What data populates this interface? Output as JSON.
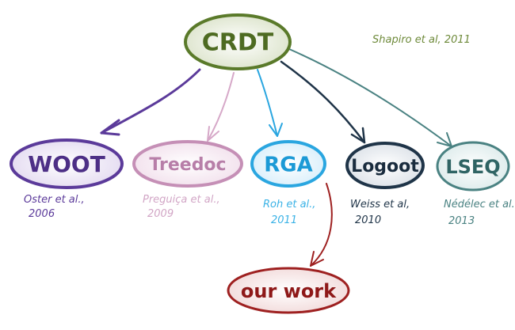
{
  "root": {
    "label": "CRDT",
    "citation": "Shapiro et al, 2011",
    "color": "#5a7a2a"
  },
  "nodes": [
    {
      "label": "WOOT",
      "citation_line1": "Oster et al.,",
      "citation_line2": "2006",
      "color": "#5b3a9a"
    },
    {
      "label": "Treedoc",
      "citation_line1": "Preguiça et al.,",
      "citation_line2": "2009",
      "color": "#c58fb6"
    },
    {
      "label": "RGA",
      "citation_line1": "Roh et al.,",
      "citation_line2": "2011",
      "color": "#2aa6e0"
    },
    {
      "label": "Logoot",
      "citation_line1": "Weiss et al,",
      "citation_line2": "2010",
      "color": "#1f3448"
    },
    {
      "label": "LSEQ",
      "citation_line1": "Nédélec et al.",
      "citation_line2": "2013",
      "color": "#4a8282"
    }
  ],
  "target": {
    "label": "our work",
    "color": "#9e2020"
  }
}
